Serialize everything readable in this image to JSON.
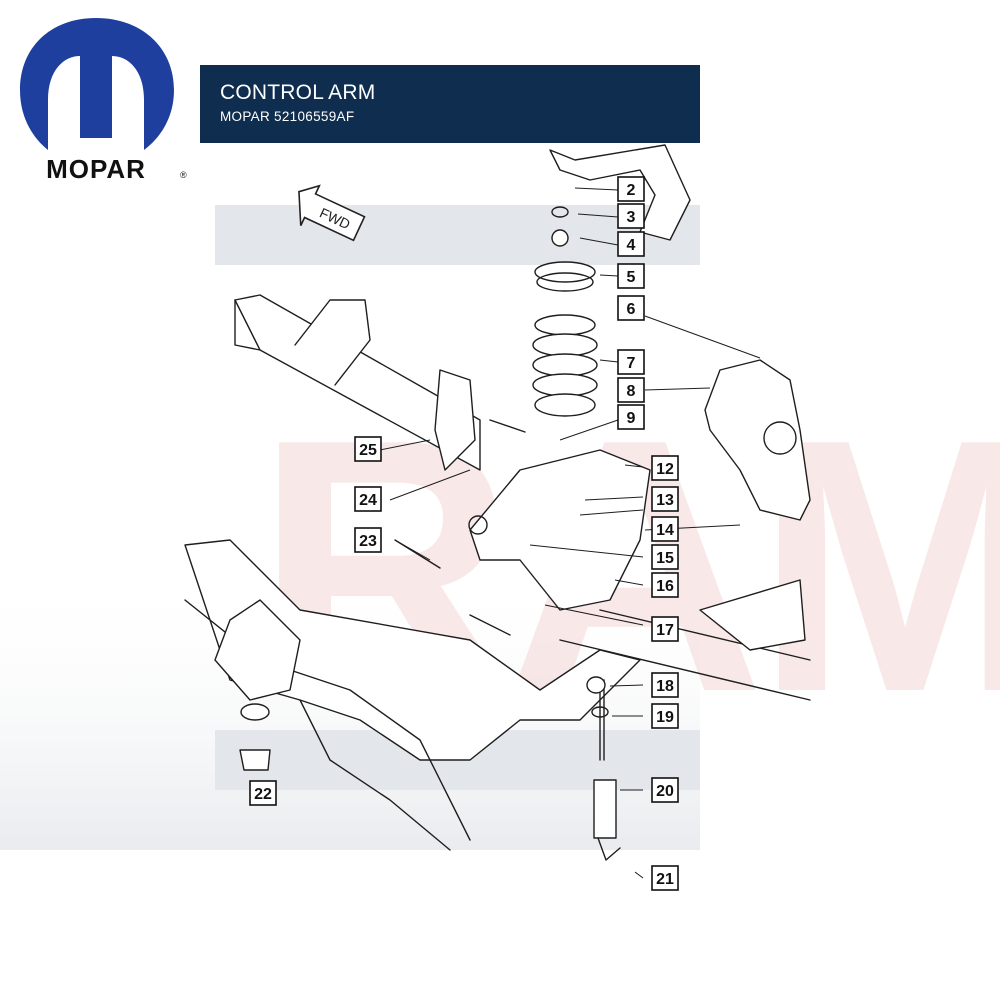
{
  "brand": {
    "name": "MOPAR",
    "registered_mark": "®",
    "logo_color": "#1f3f9e"
  },
  "banner": {
    "title": "CONTROL ARM",
    "subtitle": "MOPAR 52106559AF",
    "background": "#0f2d4e"
  },
  "diagram": {
    "direction_label": "FWD",
    "watermark_text": "RAM",
    "callouts": [
      "2",
      "3",
      "4",
      "5",
      "6",
      "7",
      "8",
      "9",
      "12",
      "13",
      "14",
      "15",
      "16",
      "17",
      "18",
      "19",
      "20",
      "21",
      "22",
      "23",
      "24",
      "25"
    ]
  }
}
